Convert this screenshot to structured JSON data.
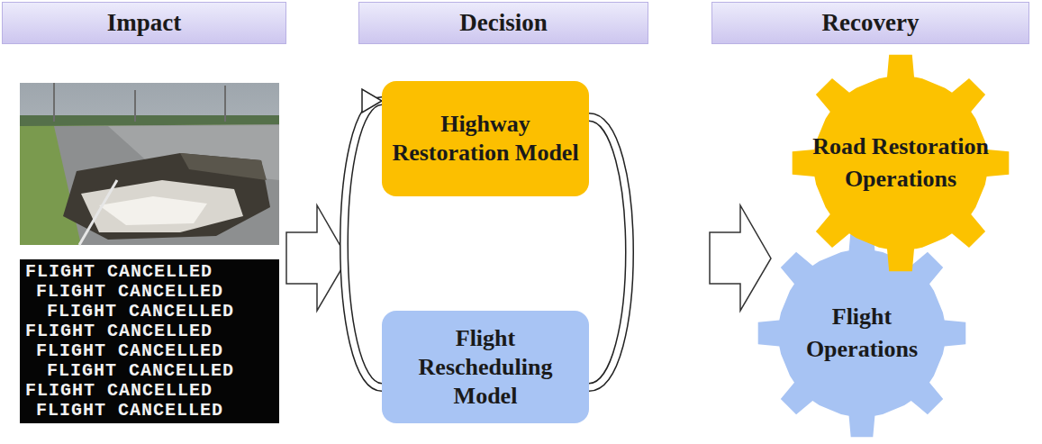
{
  "diagram": {
    "nodes": [
      {
        "text": [
          "Impact"
        ]
      },
      {
        "text": [
          "Decision"
        ]
      },
      {
        "text": [
          "Recovery"
        ]
      },
      {
        "text": [
          "Highway Restoration Model"
        ]
      },
      {
        "text": [
          "Flight Rescheduling Model"
        ]
      },
      {
        "text": [
          "Road Restoration Operations"
        ]
      },
      {
        "text": [
          "Flight Operations"
        ]
      }
    ],
    "edges": [
      {
        "from": 4,
        "to": 3,
        "arrow": "to"
      },
      {
        "from": 3,
        "to": 4,
        "arrow": "none"
      }
    ],
    "labels": [
      "FLIGHT CANCELLED",
      "FLIGHT CANCELLED",
      "FLIGHT CANCELLED",
      "FLIGHT CANCELLED",
      "FLIGHT CANCELLED",
      "FLIGHT CANCELLED",
      "FLIGHT CANCELLED",
      "FLIGHT CANCELLED"
    ]
  }
}
